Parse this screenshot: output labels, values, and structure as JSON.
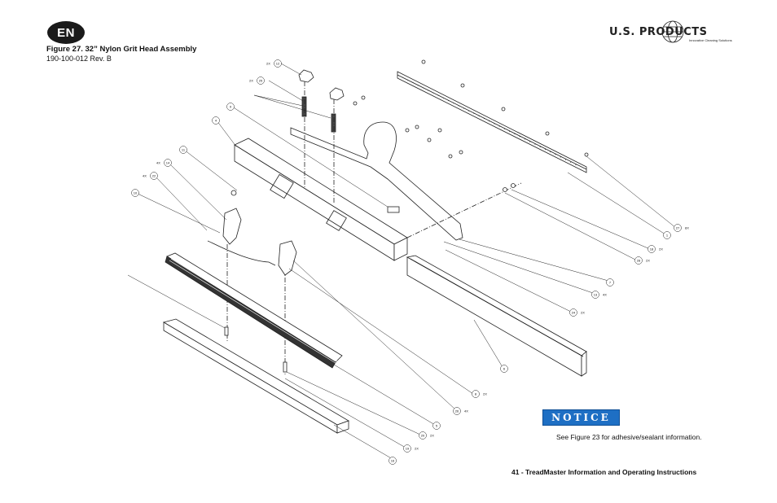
{
  "header": {
    "lang_badge": "EN",
    "figure_title": "Figure 27.  32” Nylon Grit Head Assembly",
    "figure_rev": "190-100-012 Rev. B"
  },
  "logo": {
    "text": "U.S. PRODUCTS",
    "tagline": "Innovative Cleaning Solutions"
  },
  "callouts": [
    {
      "num": "12",
      "qty": "2X"
    },
    {
      "num": "25",
      "qty": "2X"
    },
    {
      "num": "9",
      "qty": ""
    },
    {
      "num": "4",
      "qty": ""
    },
    {
      "num": "11",
      "qty": ""
    },
    {
      "num": "14",
      "qty": "4X"
    },
    {
      "num": "22",
      "qty": "4X"
    },
    {
      "num": "10",
      "qty": ""
    },
    {
      "num": "27",
      "qty": "8X"
    },
    {
      "num": "1",
      "qty": ""
    },
    {
      "num": "18",
      "qty": "2X"
    },
    {
      "num": "28",
      "qty": "2X"
    },
    {
      "num": "7",
      "qty": ""
    },
    {
      "num": "13",
      "qty": "4X"
    },
    {
      "num": "24",
      "qty": "2X"
    },
    {
      "num": "6",
      "qty": ""
    },
    {
      "num": "8",
      "qty": "2X"
    },
    {
      "num": "26",
      "qty": "4X"
    },
    {
      "num": "5",
      "qty": ""
    },
    {
      "num": "20",
      "qty": "2X"
    },
    {
      "num": "19",
      "qty": "2X"
    },
    {
      "num": "16",
      "qty": ""
    }
  ],
  "notice": {
    "label": "NOTICE",
    "text": "See Figure 23 for adhesive/sealant information."
  },
  "footer": {
    "page_text": "41 - TreadMaster Information and Operating Instructions"
  }
}
